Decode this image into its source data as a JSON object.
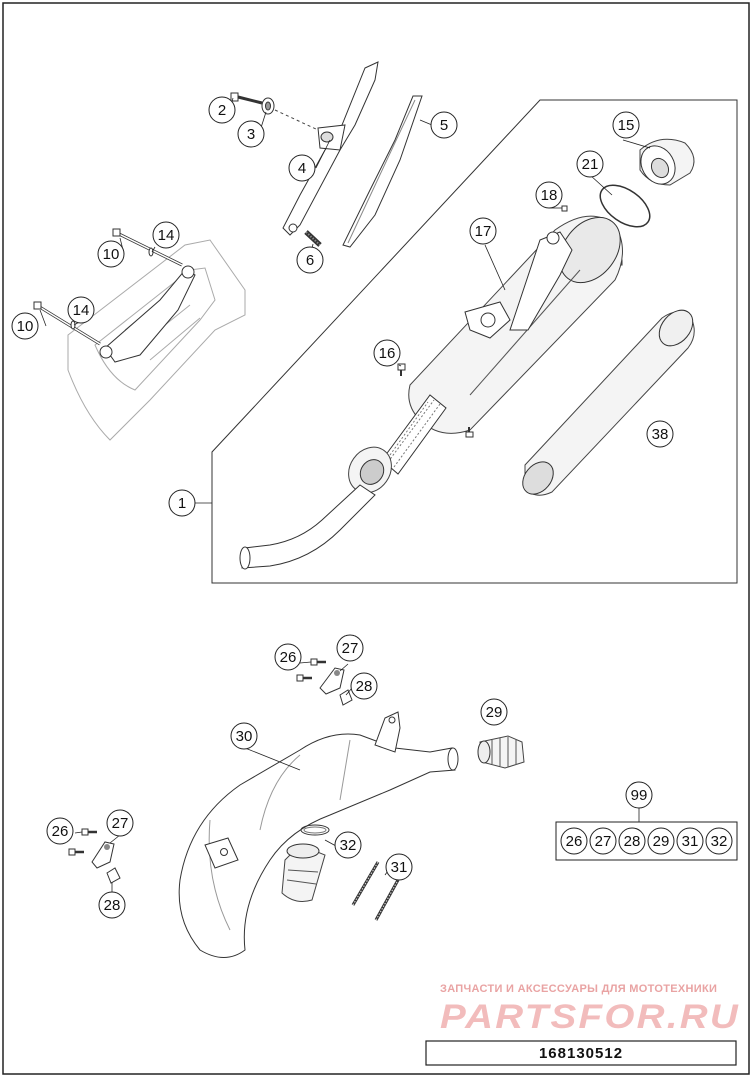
{
  "diagram": {
    "callouts": {
      "c1": "1",
      "c2": "2",
      "c3": "3",
      "c4": "4",
      "c5": "5",
      "c6": "6",
      "c10a": "10",
      "c10b": "10",
      "c14a": "14",
      "c14b": "14",
      "c15": "15",
      "c16": "16",
      "c17": "17",
      "c18": "18",
      "c21": "21",
      "c38": "38",
      "c26a": "26",
      "c27a": "27",
      "c28a": "28",
      "c26b": "26",
      "c27b": "27",
      "c28b": "28",
      "c29": "29",
      "c30": "30",
      "c31": "31",
      "c32": "32",
      "c99": "99"
    },
    "kit_items": [
      "26",
      "27",
      "28",
      "29",
      "31",
      "32"
    ]
  },
  "watermark": {
    "tagline": "ЗАПЧАСТИ И АКСЕССУАРЫ ДЛЯ МОТОТЕХНИКИ",
    "brand": "PARTSFOR.RU"
  },
  "drawing_code": "168130512"
}
